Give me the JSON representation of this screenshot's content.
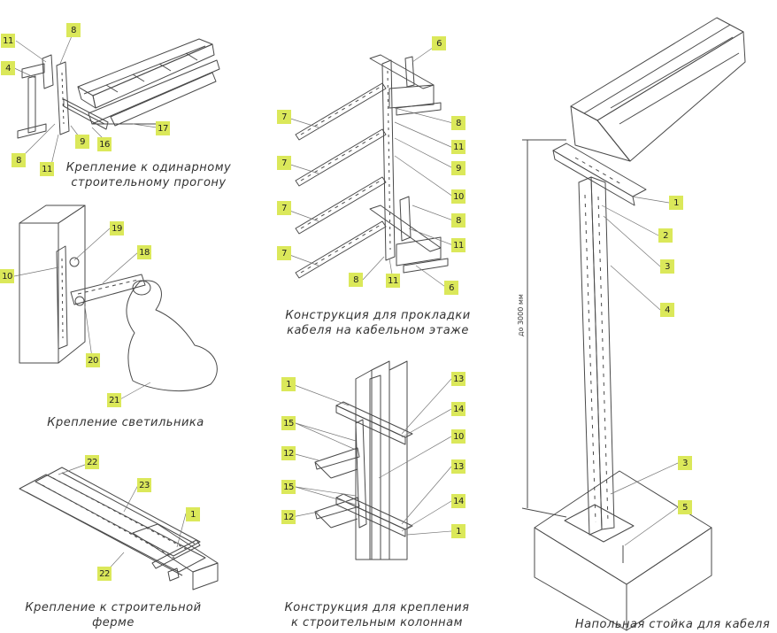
{
  "captions": {
    "purlin": [
      "Крепление к одинарному",
      "строительному прогону"
    ],
    "cable_floor": [
      "Конструкция для прокладки",
      "кабеля на кабельном этаже"
    ],
    "luminaire": [
      "Крепление светильника"
    ],
    "truss": [
      "Крепление к строительной",
      "ферме"
    ],
    "columns": [
      "Конструкция для крепления",
      "к строительным колоннам"
    ],
    "floor_stand": [
      "Напольная стойка для кабеля"
    ]
  },
  "dimension_label": "до 3000 мм",
  "tags": [
    "11",
    "8",
    "4",
    "8",
    "11",
    "9",
    "16",
    "17",
    "6",
    "7",
    "8",
    "11",
    "7",
    "9",
    "10",
    "7",
    "8",
    "11",
    "7",
    "8",
    "11",
    "6",
    "19",
    "18",
    "10",
    "20",
    "21",
    "1",
    "13",
    "14",
    "15",
    "12",
    "10",
    "13",
    "15",
    "12",
    "14",
    "1",
    "22",
    "23",
    "1",
    "22",
    "1",
    "2",
    "3",
    "4",
    "3",
    "5"
  ],
  "colors": {
    "tag": "#dbe85a",
    "line": "#4a4a4a",
    "caption": "#333333"
  }
}
